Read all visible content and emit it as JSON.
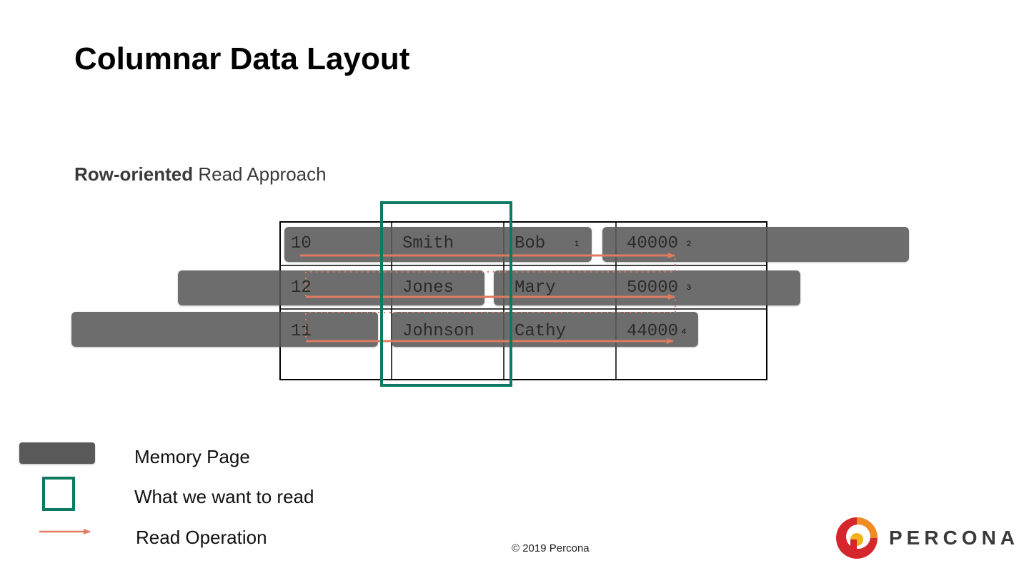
{
  "title": "Columnar Data Layout",
  "subtitle": {
    "bold": "Row-oriented",
    "rest": " Read Approach"
  },
  "table": {
    "rows": [
      {
        "id": "10",
        "last": "Smith",
        "first": "Bob",
        "salary": "40000",
        "seq": "1",
        "seq2": "2"
      },
      {
        "id": "12",
        "last": "Jones",
        "first": "Mary",
        "salary": "50000",
        "seq": "3"
      },
      {
        "id": "11",
        "last": "Johnson",
        "first": "Cathy",
        "salary": "44000",
        "seq": "4"
      }
    ]
  },
  "legend": {
    "memory_page": "Memory Page",
    "want_to_read": "What we want to read",
    "read_operation": "Read Operation"
  },
  "footer": "© 2019 Percona",
  "brand": "PERCONA",
  "colors": {
    "memory_page": "#595959",
    "highlight": "#0e7a62",
    "arrow": "#e07a62",
    "logo_red": "#d6262d",
    "logo_yellow": "#f2b21a"
  }
}
